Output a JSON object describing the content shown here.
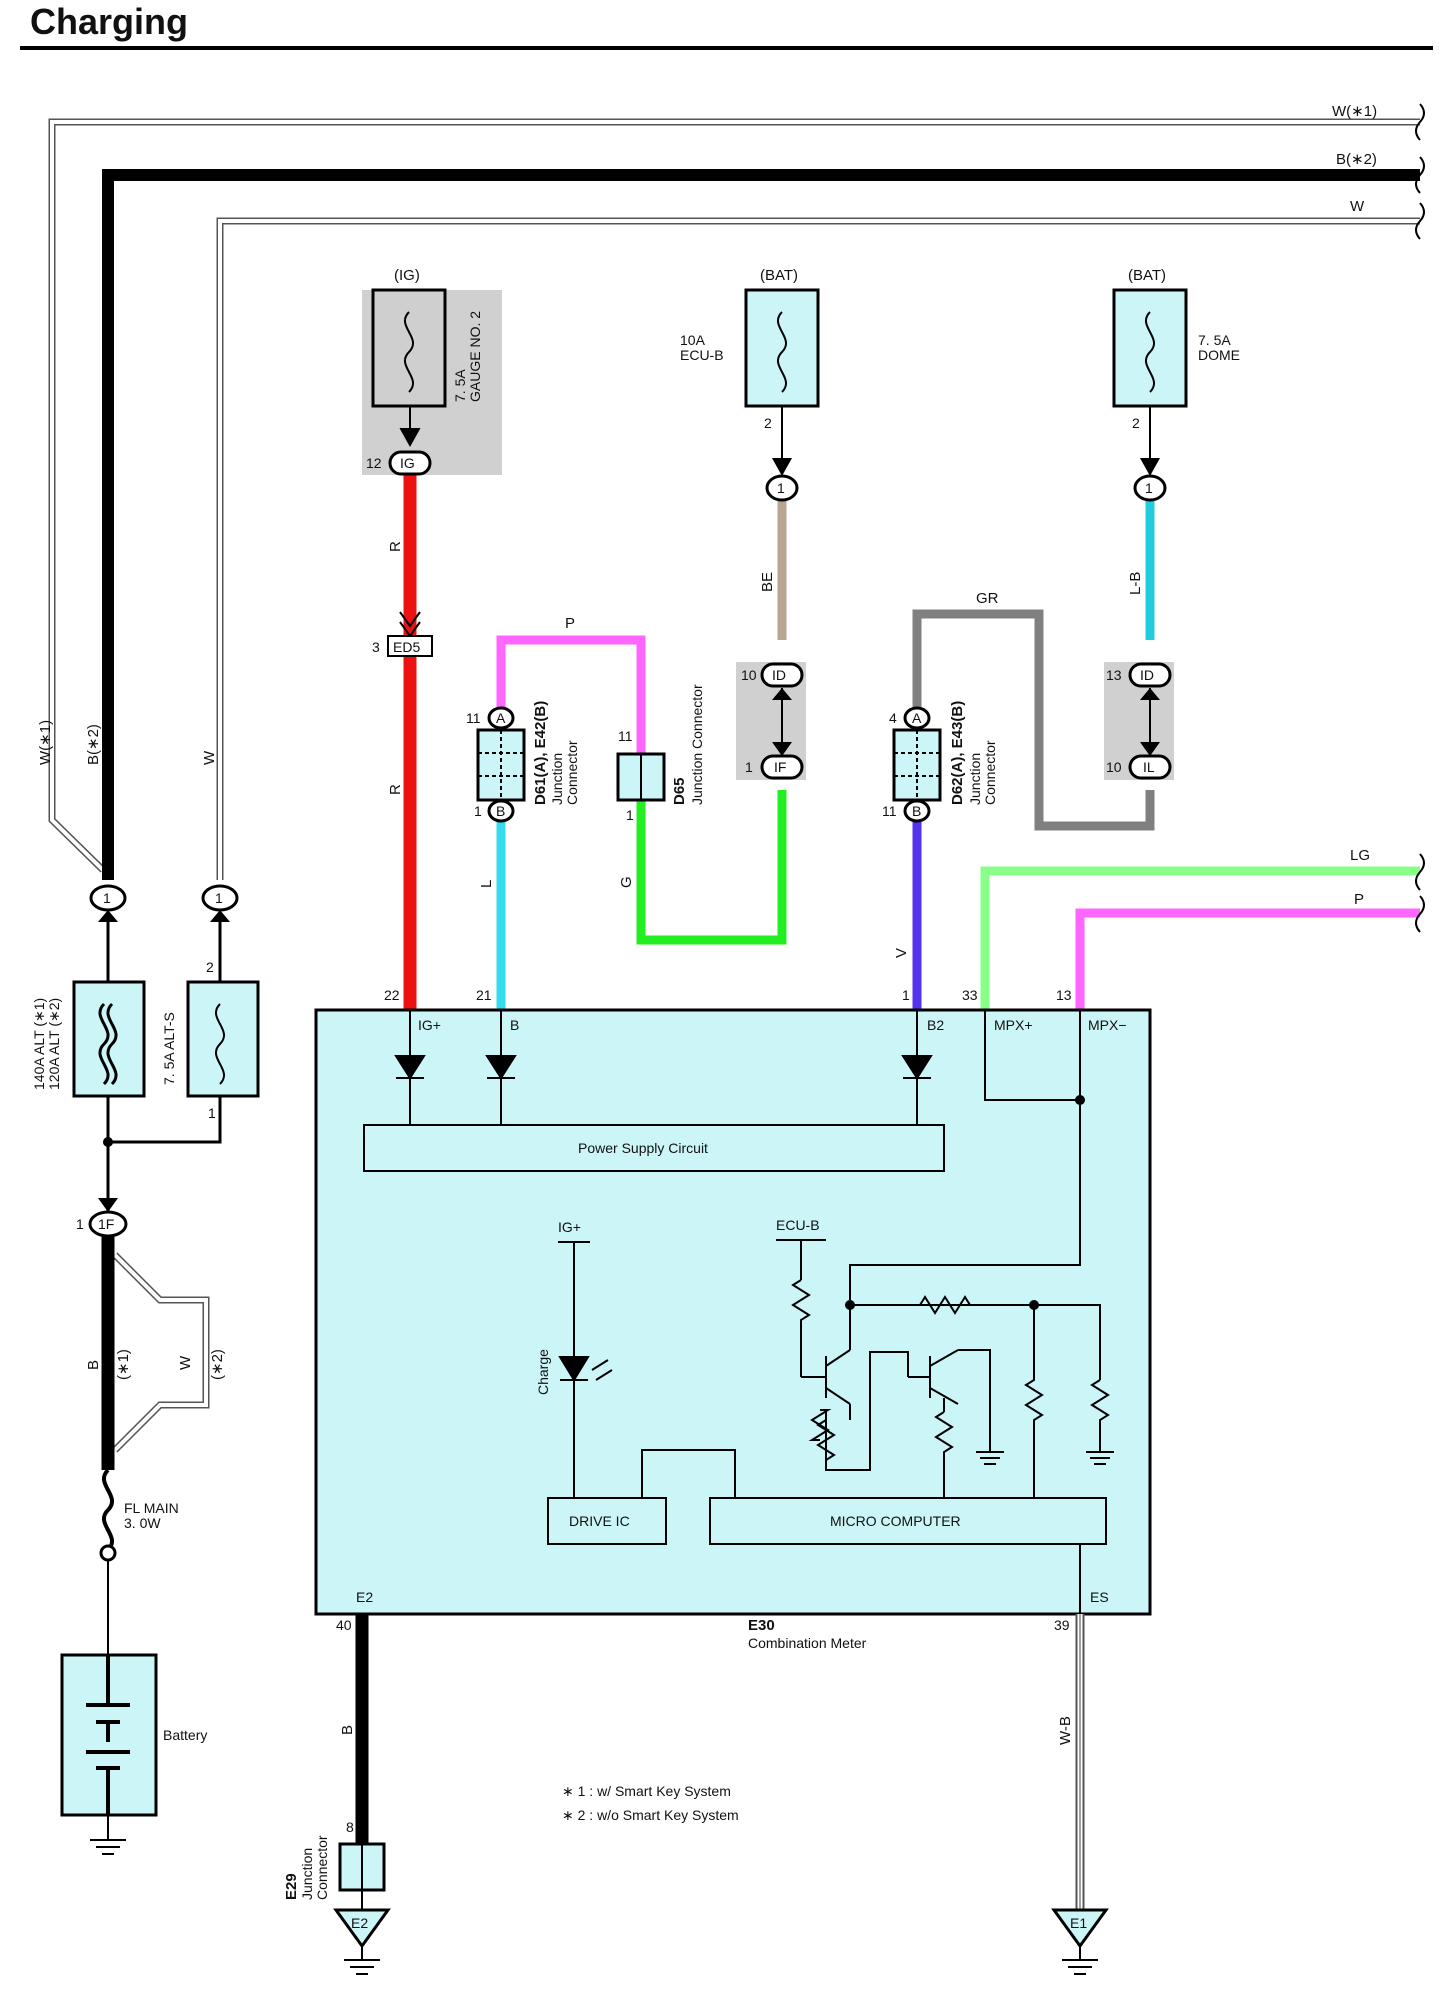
{
  "title": "Charging",
  "colors": {
    "meter_fill": "#ccf5f7",
    "R": "#ee1111",
    "P": "#ff66ff",
    "L": "#33ddee",
    "G": "#22ee22",
    "BE": "#b8a592",
    "GR": "#808080",
    "L-B": "#22ccdd",
    "V": "#5533ee",
    "LG": "#88ff88",
    "B": "#000000"
  },
  "wires": {
    "w1": "W(∗1)",
    "b2": "B(∗2)",
    "w": "W",
    "r1": "R",
    "r2": "R",
    "p_top": "P",
    "be": "BE",
    "gr": "GR",
    "lb": "L-B",
    "l": "L",
    "g": "G",
    "v": "V",
    "lg": "LG",
    "p_right": "P",
    "b_left": "B",
    "w_left": "W",
    "b_e2": "B",
    "wb": "W-B",
    "star1": "(∗1)",
    "star2": "(∗2)"
  },
  "fuses": {
    "ig_label": "(IG)",
    "gauge": "7. 5A\nGAUGE NO. 2",
    "bat1_label": "(BAT)",
    "ecub": "10A\nECU-B",
    "bat2_label": "(BAT)",
    "dome": "7. 5A\nDOME",
    "alt": "140A ALT (∗1)\n120A ALT (∗2)",
    "alts": "7. 5A ALT-S",
    "flmain": "FL MAIN\n3. 0W"
  },
  "connectors": {
    "ig": "IG",
    "ig_pin": "12",
    "ed5": "ED5",
    "ed5_pin": "3",
    "one": "1",
    "id": "ID",
    "if": "IF",
    "il": "IL",
    "a": "A",
    "b": "B",
    "f1": "1F",
    "e2": "E2",
    "e1": "E1"
  },
  "pins": {
    "p2a": "2",
    "p2b": "2",
    "p10a": "10",
    "p1a": "1",
    "p13": "13",
    "p10b": "10",
    "p11a": "11",
    "p1b": "1",
    "p11b": "11",
    "p1c": "1",
    "p4": "4",
    "p11c": "11",
    "p22": "22",
    "p21": "21",
    "p1d": "1",
    "p33": "33",
    "p13b": "13",
    "p40": "40",
    "p39": "39",
    "p8": "8",
    "p2c": "2",
    "p1e": "1",
    "p1f": "1"
  },
  "junctions": {
    "d61": "D61(A), E42(B)",
    "d61_sub": "Junction\nConnector",
    "d65": "D65",
    "d65_sub": "Junction Connector",
    "d62": "D62(A), E43(B)",
    "d62_sub": "Junction\nConnector",
    "e29": "E29",
    "e29_sub": "Junction\nConnector"
  },
  "meter": {
    "ig_plus": "IG+",
    "b": "B",
    "b2": "B2",
    "mpx_plus": "MPX+",
    "mpx_minus": "MPX−",
    "power": "Power Supply Circuit",
    "ig_plus2": "IG+",
    "ecub": "ECU-B",
    "charge": "Charge",
    "drive": "DRIVE IC",
    "micro": "MICRO COMPUTER",
    "e2": "E2",
    "es": "ES",
    "code": "E30",
    "name": "Combination Meter"
  },
  "battery": "Battery",
  "notes": {
    "n1": "∗ 1 : w/ Smart Key System",
    "n2": "∗ 2 : w/o Smart Key System"
  }
}
